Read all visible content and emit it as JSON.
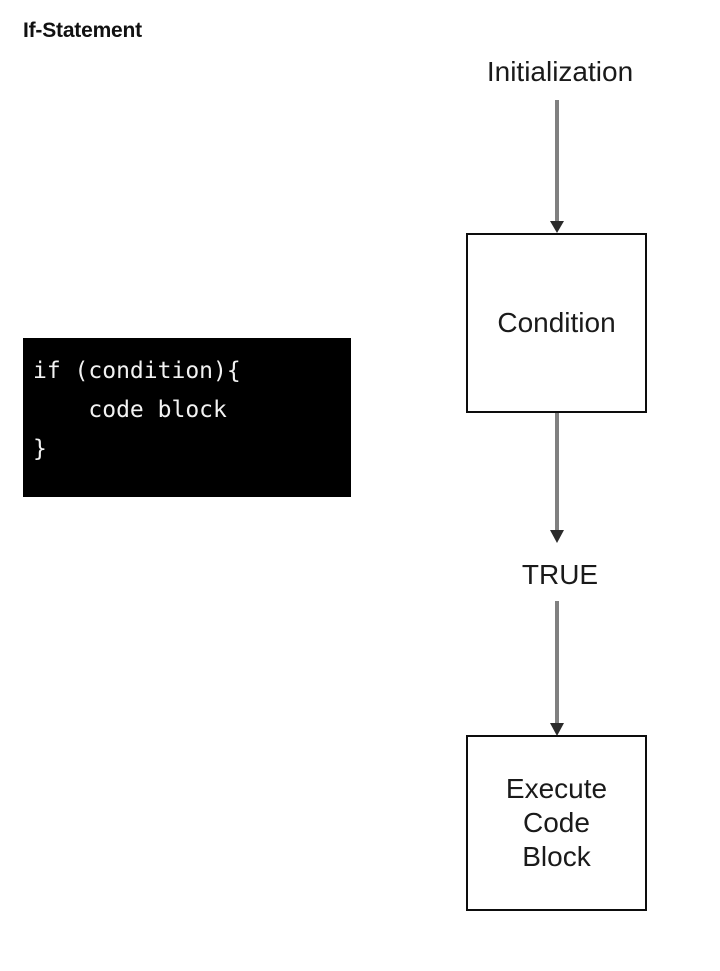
{
  "page": {
    "title": "If-Statement",
    "background_color": "#ffffff"
  },
  "code_block": {
    "background_color": "#000000",
    "text_color": "#f2f2f2",
    "lines": [
      "if (condition){",
      "    code block",
      "}"
    ]
  },
  "flowchart": {
    "arrow_color": "#808080",
    "arrowhead_color": "#2b2b2b",
    "box_border_color": "#0d0d0d",
    "labels": {
      "initialization": "Initialization",
      "true_branch": "TRUE"
    },
    "nodes": [
      {
        "id": "condition",
        "text": "Condition"
      },
      {
        "id": "execute",
        "line1": "Execute",
        "line2": "Code",
        "line3": "Block"
      }
    ]
  }
}
